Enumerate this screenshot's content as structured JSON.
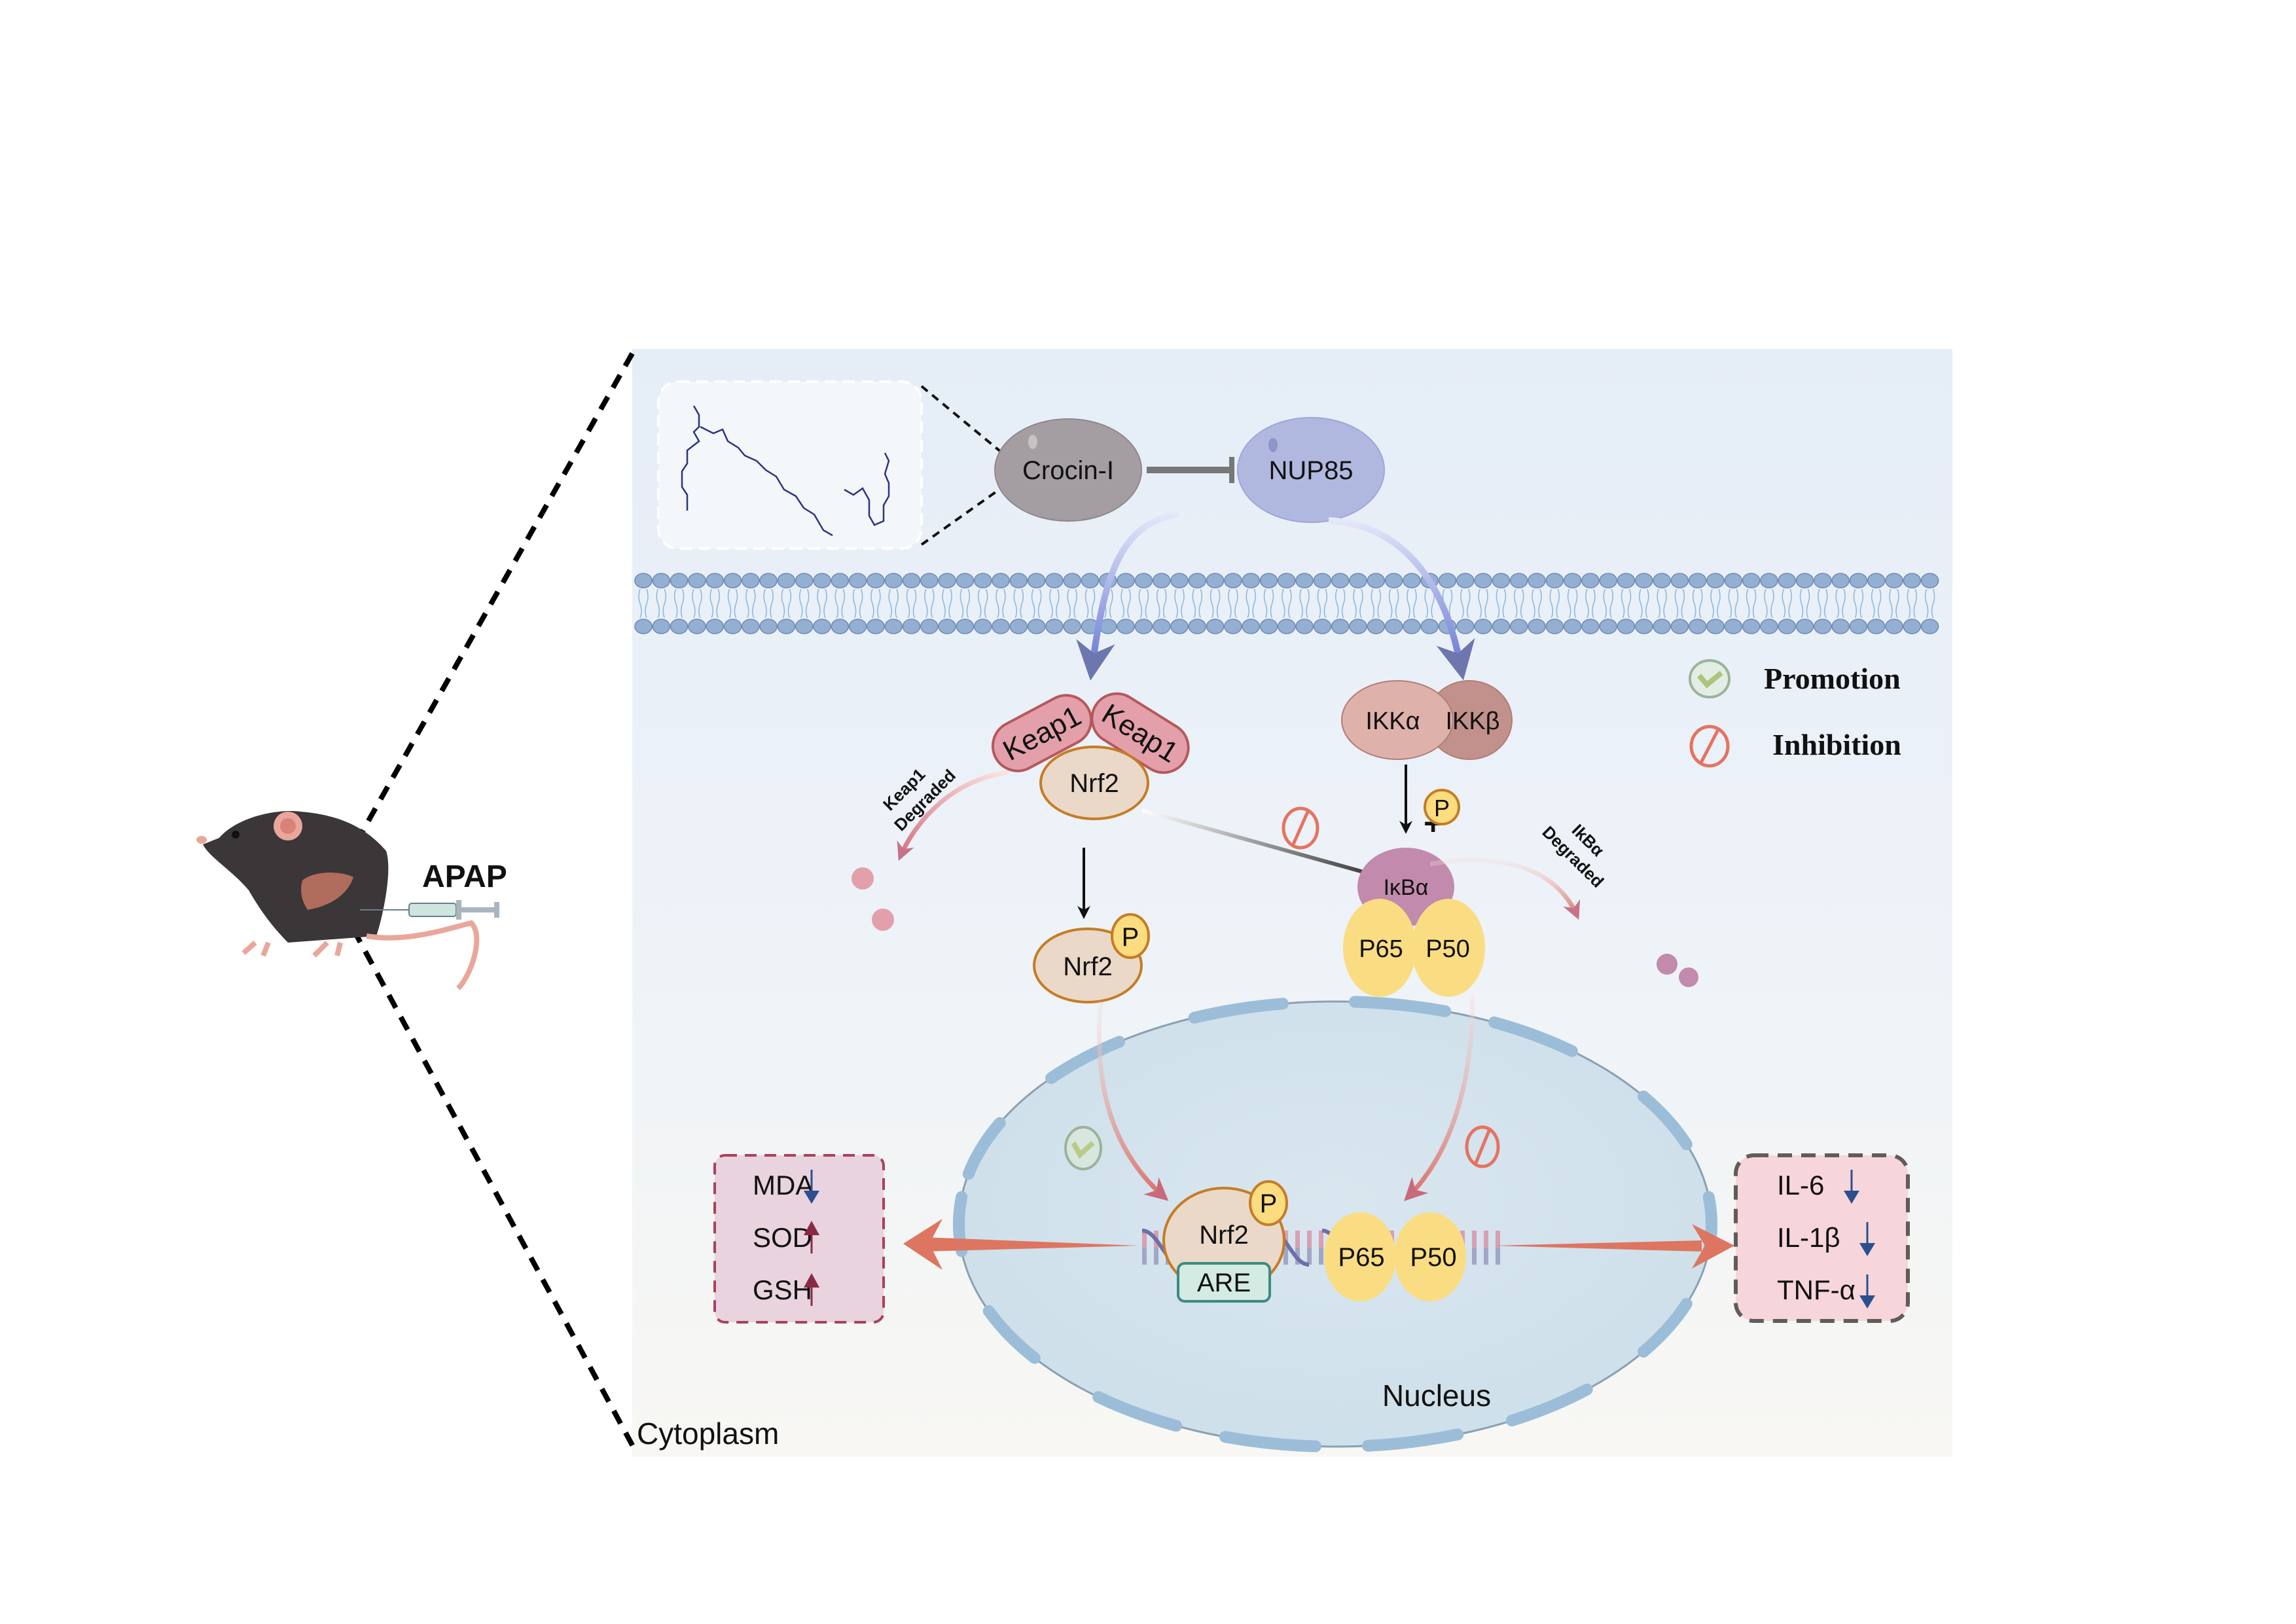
{
  "figure": {
    "treatment_label": "APAP",
    "region_labels": {
      "cytoplasm": "Cytoplasm",
      "nucleus": "Nucleus"
    }
  },
  "molecules": {
    "crocin": "Crocin-I",
    "nup85": "NUP85",
    "keap1_left": "Keap1",
    "keap1_right": "Keap1",
    "nrf2_complex": "Nrf2",
    "nrf2_phospho": "Nrf2",
    "phospho_tag": "P",
    "ikk_alpha": "IKKα",
    "ikk_beta": "IKKβ",
    "ikba": "IκBα",
    "p65": "P65",
    "p50": "P50",
    "nrf2_nuclear": "Nrf2",
    "are": "ARE",
    "p65_nuclear": "P65",
    "p50_nuclear": "P50",
    "plus_sign": "+"
  },
  "annotations": {
    "keap1_degraded_line1": "Keap1",
    "keap1_degraded_line2": "Degraded",
    "ikba_degraded_line1": "IkBα",
    "ikba_degraded_line2": "Degraded"
  },
  "legend": {
    "items": [
      {
        "label": "Promotion",
        "icon": "check-circle-icon",
        "color": "#9bb39a"
      },
      {
        "label": "Inhibition",
        "icon": "prohibit-icon",
        "color": "#e57360"
      }
    ]
  },
  "oxidative_markers": {
    "items": [
      {
        "label": "MDA",
        "direction": "down",
        "arrow_color": "#2b4f8f"
      },
      {
        "label": "SOD",
        "direction": "up",
        "arrow_color": "#8a2a45"
      },
      {
        "label": "GSH",
        "direction": "up",
        "arrow_color": "#8a2a45"
      }
    ]
  },
  "inflammatory_markers": {
    "items": [
      {
        "label": "IL-6",
        "direction": "down",
        "arrow_color": "#2b4f8f"
      },
      {
        "label": "IL-1β",
        "direction": "down",
        "arrow_color": "#2b4f8f"
      },
      {
        "label": "TNF-α",
        "direction": "down",
        "arrow_color": "#2b4f8f"
      }
    ]
  },
  "colors": {
    "panel_top": "#e6eef7",
    "panel_bottom": "#f8f7f3",
    "membrane_head": "#93b0d2",
    "crocin": "#a49ea2",
    "nup85": "#b1b8e0",
    "keap1": "#e3a0aa",
    "nrf2": "#ead9c8",
    "phospho": "#fbdd80",
    "ikk_alpha": "#deb1ab",
    "ikk_beta": "#c2918b",
    "ikba": "#c28aac",
    "p65_p50": "#fadd82",
    "nucleus": "#d5e4ee",
    "promotion": "#9bb39a",
    "inhibition": "#e57360",
    "output_arrow": "#dd7560"
  }
}
